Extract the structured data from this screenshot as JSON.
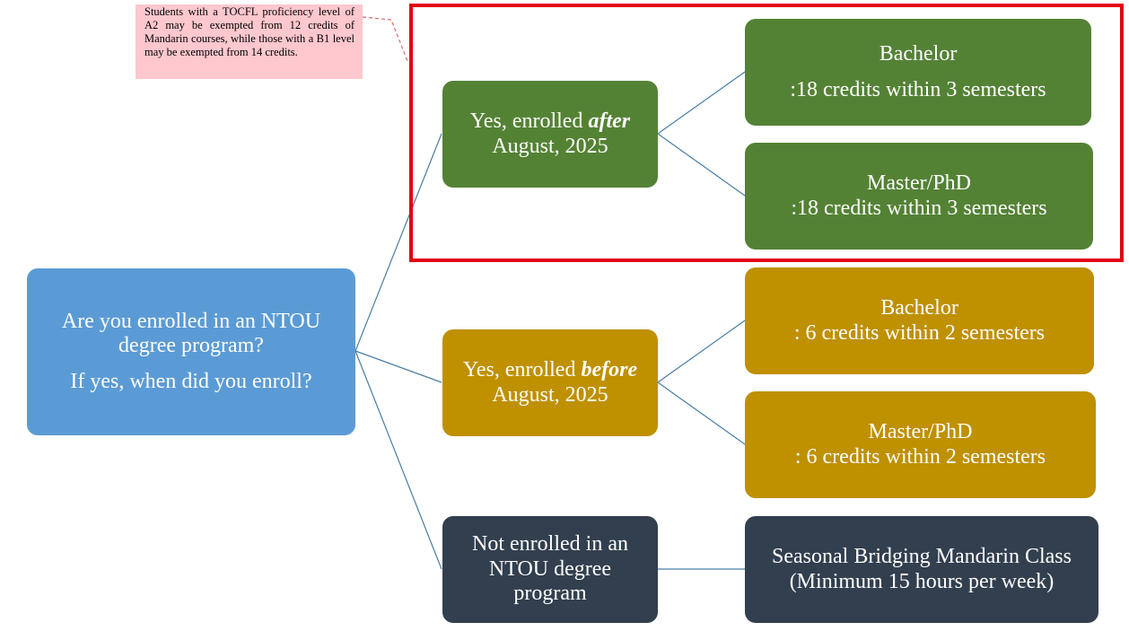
{
  "annotation": {
    "note": "Students with a TOCFL proficiency level of A2 may be exempted from 12 credits of Mandarin courses, while those with a B1 level may be exempted from 14 credits."
  },
  "colors": {
    "question": "#5b9bd5",
    "after_branch": "#548235",
    "before_branch": "#bf9000",
    "not_enrolled_branch": "#323f4f",
    "connector": "#4a7ea5",
    "highlight": "#e3000f",
    "note_bg": "#ffc7ce"
  },
  "root": {
    "line1": "Are you enrolled in an NTOU",
    "line2": "degree program?",
    "line3": "If yes, when did you enroll?"
  },
  "after": {
    "prefix": "Yes, enrolled ",
    "emphasis": "after",
    "date": "August, 2025",
    "bachelor_title": "Bachelor",
    "bachelor_detail": ":18 credits within 3 semesters",
    "master_title": "Master/PhD",
    "master_detail": ":18 credits  within 3 semesters"
  },
  "before": {
    "prefix": "Yes, enrolled ",
    "emphasis": "before",
    "date": "August, 2025",
    "bachelor_title": "Bachelor",
    "bachelor_detail": ": 6 credits  within 2 semesters",
    "master_title": "Master/PhD",
    "master_detail": ": 6 credits  within 2 semesters"
  },
  "not_enrolled": {
    "line1": "Not enrolled in an",
    "line2": "NTOU degree",
    "line3": "program",
    "class_line1": "Seasonal Bridging Mandarin Class",
    "class_line2": "(Minimum 15 hours per week)"
  }
}
